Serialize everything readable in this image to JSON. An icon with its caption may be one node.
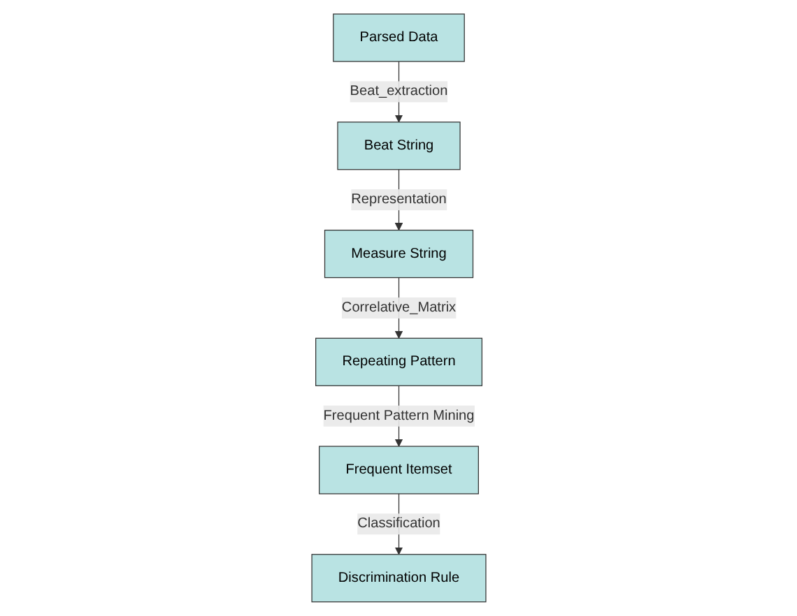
{
  "diagram": {
    "nodes": [
      {
        "text": [
          "Parsed Data"
        ]
      },
      {
        "text": [
          "Beat String"
        ]
      },
      {
        "text": [
          "Measure String"
        ]
      },
      {
        "text": [
          "Repeating Pattern"
        ]
      },
      {
        "text": [
          "Frequent Itemset"
        ]
      },
      {
        "text": [
          "Discrimination Rule"
        ]
      }
    ],
    "edges": [
      {
        "from": 0,
        "to": 1,
        "arrow": "to",
        "label": "Beat_extraction"
      },
      {
        "from": 1,
        "to": 2,
        "arrow": "to",
        "label": "Representation"
      },
      {
        "from": 2,
        "to": 3,
        "arrow": "to",
        "label": "Correlative_Matrix"
      },
      {
        "from": 3,
        "to": 4,
        "arrow": "to",
        "label": "Frequent Pattern Mining"
      },
      {
        "from": 4,
        "to": 5,
        "arrow": "to",
        "label": "Classification"
      }
    ]
  }
}
